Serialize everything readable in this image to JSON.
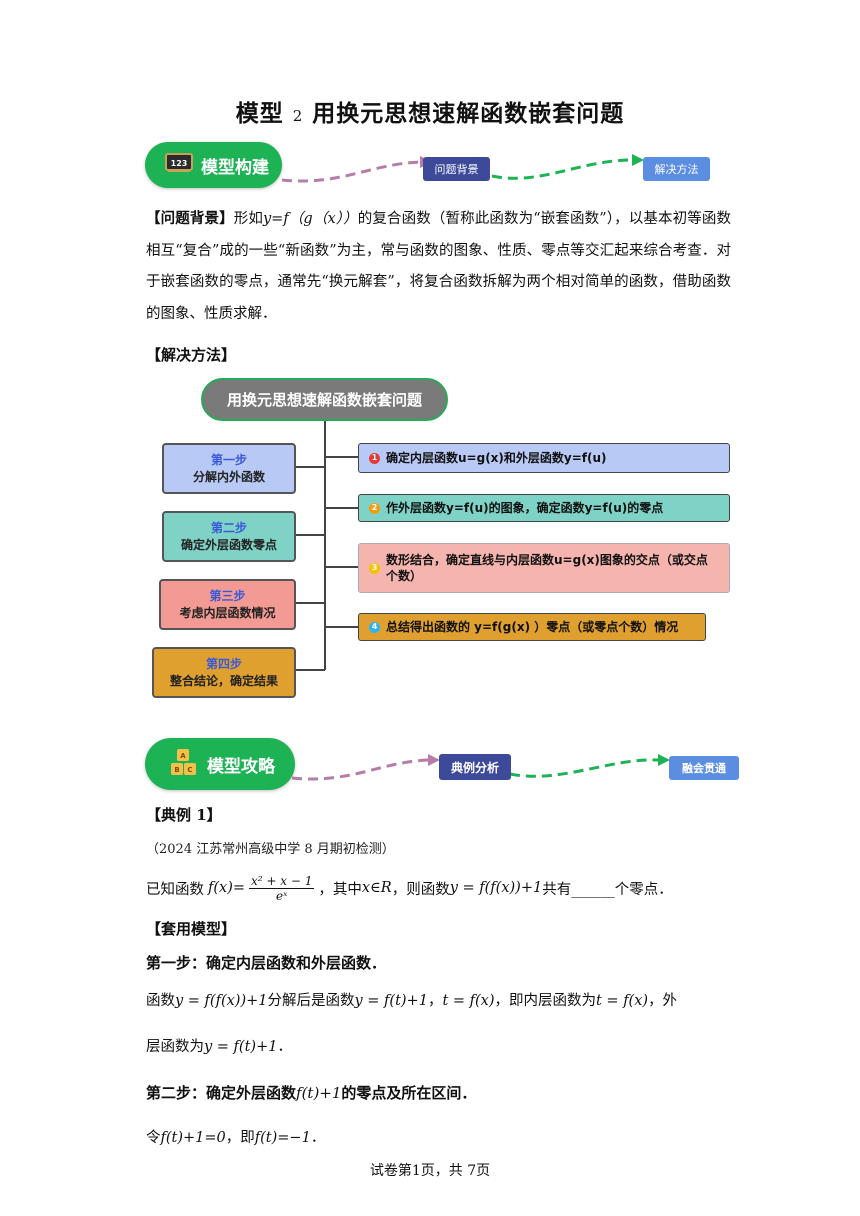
{
  "title": {
    "prefix": "模型",
    "num": "2",
    "rest": "用换元思想速解函数嵌套问题"
  },
  "banner1": {
    "label": "模型构建",
    "tag1": "问题背景",
    "tag2": "解决方法"
  },
  "background": {
    "head": "【问题背景】",
    "body1": "形如",
    "expr": "y=f（g（x））",
    "body2": "的复合函数（暂称此函数为“嵌套函数”），以基本初等函数相互“复合”成的一些“新函数”为主，常与函数的图象、性质、零点等交汇起来综合考查．对于嵌套函数的零点，通常先“换元解套”，将复合函数拆解为两个相对简单的函数，借助函数的图象、性质求解．"
  },
  "method_head": "【解决方法】",
  "mindmap": {
    "root": "用换元思想速解函数嵌套问题",
    "steps": [
      {
        "s": "第一步",
        "t": "分解内外函数",
        "bg": "#b9c9f5"
      },
      {
        "s": "第二步",
        "t": "确定外层函数零点",
        "bg": "#7fd3c6"
      },
      {
        "s": "第三步",
        "t": "考虑内层函数情况",
        "bg": "#f29a93"
      },
      {
        "s": "第四步",
        "t": "整合结论，确定结果",
        "bg": "#e0a030"
      }
    ],
    "items": [
      {
        "n": "1",
        "t": "确定内层函数u=g(x)和外层函数y=f(u)",
        "bg": "#b9c9f5",
        "dot": "#e53935"
      },
      {
        "n": "2",
        "t": "作外层函数y=f(u)的图象，确定函数y=f(u)的零点",
        "bg": "#7fd3c6",
        "dot": "#f39c12"
      },
      {
        "n": "3",
        "t": "数形结合，确定直线与内层函数u=g(x)图象的交点（或交点个数）",
        "bg": "#f5b4ae",
        "dot": "#f5c400"
      },
      {
        "n": "4",
        "t": "总结得出函数的 y=f(g(x) ）零点（或零点个数）情况",
        "bg": "#e0a030",
        "dot": "#29b6f6"
      }
    ]
  },
  "banner2": {
    "label": "模型攻略",
    "tag1": "典例分析",
    "tag2": "融会贯通"
  },
  "example": {
    "head": "【典例 1】",
    "source": "（2024 江苏常州高级中学 8 月期初检测）",
    "q1": "已知函数",
    "fx": "f(x)=",
    "num": "x² + x − 1",
    "den": "eˣ",
    "q2": "，其中",
    "dom": "x∈R",
    "q3": "，则函数",
    "yexpr": "y = f(f(x))+1",
    "q4": "共有______个零点．"
  },
  "apply_head": "【套用模型】",
  "step1": {
    "title": "第一步：确定内层函数和外层函数．",
    "l1a": "函数",
    "e1": "y = f(f(x))+1",
    "l1b": "分解后是函数",
    "e2": "y = f(t)+1",
    "l1c": "，",
    "e3": "t = f(x)",
    "l1d": "，即内层函数为",
    "e4": "t = f(x)",
    "l1e": "，外",
    "l2a": "层函数为",
    "e5": "y = f(t)+1",
    "l2b": "．"
  },
  "step2": {
    "title_a": "第二步：确定外层函数",
    "title_e": "f(t)+1",
    "title_b": "的零点及所在区间．",
    "l1a": "令",
    "e1": "f(t)+1=0",
    "l1b": "，即",
    "e2": "f(t)=−1",
    "l1c": "．"
  },
  "footer": "试卷第1页，共 7页"
}
